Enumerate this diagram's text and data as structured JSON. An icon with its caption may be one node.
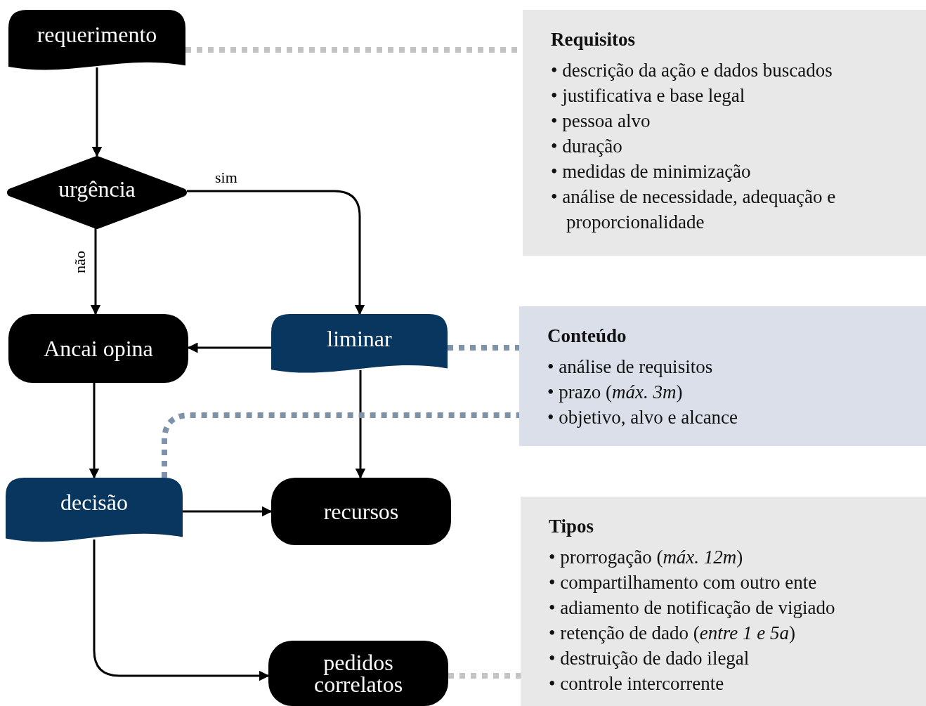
{
  "diagram": {
    "nodes": [
      {
        "text": [
          "requerimento"
        ]
      },
      {
        "text": [
          "urgência"
        ]
      },
      {
        "text": [
          "Ancai opina"
        ]
      },
      {
        "text": [
          "liminar"
        ]
      },
      {
        "text": [
          "decisão"
        ]
      },
      {
        "text": [
          "recursos"
        ]
      },
      {
        "text": [
          "pedidos correlatos"
        ]
      },
      {
        "text": [
          "Requisitos",
          "• descrição da ação e dados buscados",
          "• justificativa e base legal",
          "• pessoa alvo",
          "• duração",
          "• medidas de minimização",
          "• análise de necessidade, adequação e proporcionalidade"
        ]
      },
      {
        "text": [
          "Conteúdo",
          "• análise de requisitos",
          "• prazo (*máx. 3m*)",
          "• objetivo, alvo e alcance"
        ]
      },
      {
        "text": [
          "Tipos",
          "• prorrogação (*máx. 12m*)",
          "• compartilhamento com outro ente",
          "• adiamento de notificação de vigiado",
          "• retenção de dado (*entre 1 e 5a*)",
          "• destruição de dado ilegal",
          "• controle intercorrente"
        ]
      }
    ],
    "edges": [
      {
        "from": 0,
        "to": 1,
        "arrow": "to"
      },
      {
        "from": 1,
        "to": 3,
        "arrow": "to",
        "label": "sim"
      },
      {
        "from": 1,
        "to": 2,
        "arrow": "to",
        "label": "não"
      },
      {
        "from": 3,
        "to": 2,
        "arrow": "to"
      },
      {
        "from": 2,
        "to": 4,
        "arrow": "to"
      },
      {
        "from": 3,
        "to": 5,
        "arrow": "to"
      },
      {
        "from": 4,
        "to": 5,
        "arrow": "to"
      },
      {
        "from": 4,
        "to": 6,
        "arrow": "to"
      },
      {
        "from": 0,
        "to": 7,
        "arrow": "none",
        "style": "dashed",
        "color": "#c3c3c3"
      },
      {
        "from": 3,
        "to": 8,
        "arrow": "none",
        "style": "dashed",
        "color": "#7d93ab"
      },
      {
        "from": 4,
        "to": 8,
        "arrow": "none",
        "style": "dashed",
        "color": "#7d93ab"
      },
      {
        "from": 6,
        "to": 9,
        "arrow": "none",
        "style": "dashed",
        "color": "#c3c3c3"
      }
    ]
  }
}
